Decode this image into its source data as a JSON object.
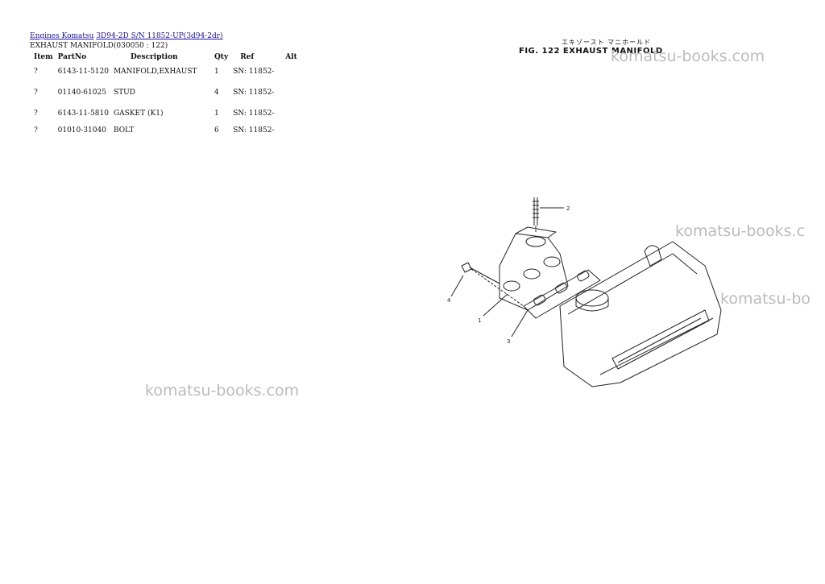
{
  "breadcrumb": {
    "link1": "Engines Komatsu",
    "link2": "3D94-2D S/N 11852-UP(3d94-2dr)"
  },
  "subtitle": "EXHAUST MANIFOLD(030050 : 122)",
  "table": {
    "headers": {
      "item": "Item",
      "partno": "PartNo",
      "description": "Description",
      "qty": "Qty",
      "ref": "Ref",
      "alt": "Alt"
    },
    "rows": [
      {
        "item": "?",
        "partno": "6143-11-5120",
        "description": "MANIFOLD,EXHAUST",
        "qty": "1",
        "ref": "SN: 11852-",
        "alt": ""
      },
      {
        "item": "?",
        "partno": "01140-61025",
        "description": "STUD",
        "qty": "4",
        "ref": "SN: 11852-",
        "alt": ""
      },
      {
        "item": "?",
        "partno": "6143-11-5810",
        "description": "GASKET (K1)",
        "qty": "1",
        "ref": "SN: 11852-",
        "alt": ""
      },
      {
        "item": "?",
        "partno": "01010-31040",
        "description": "BOLT",
        "qty": "6",
        "ref": "SN: 11852-",
        "alt": ""
      }
    ]
  },
  "figure": {
    "japanese": "エキゾースト マニホールド",
    "title": "FIG. 122  EXHAUST  MANIFOLD",
    "callouts": [
      "1",
      "2",
      "3",
      "4"
    ]
  },
  "watermark": "komatsu-books.com",
  "watermark_cut1": "komatsu-books.c",
  "watermark_cut2": "komatsu-bo"
}
